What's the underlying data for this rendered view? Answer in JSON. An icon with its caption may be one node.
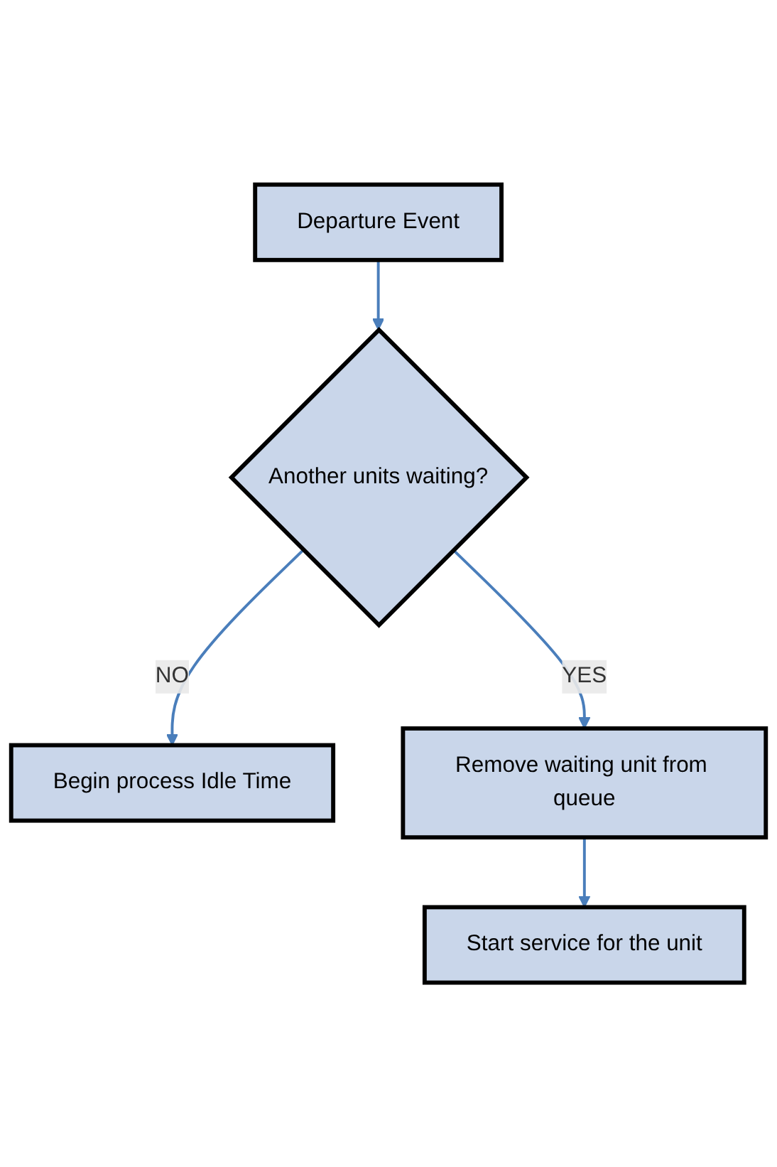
{
  "diagram": {
    "nodes": [
      {
        "text": [
          "Departure Event"
        ]
      },
      {
        "text": [
          "Another units waiting?"
        ]
      },
      {
        "text": [
          "Begin process Idle Time"
        ]
      },
      {
        "text": [
          "Remove waiting unit from queue"
        ]
      },
      {
        "text": [
          "Start service for the unit"
        ]
      }
    ],
    "edges": [
      {
        "from": 0,
        "to": 1,
        "arrow": "to"
      },
      {
        "from": 1,
        "to": 2,
        "arrow": "to",
        "label": "NO"
      },
      {
        "from": 1,
        "to": 3,
        "arrow": "to",
        "label": "YES"
      },
      {
        "from": 3,
        "to": 4,
        "arrow": "to"
      }
    ]
  }
}
